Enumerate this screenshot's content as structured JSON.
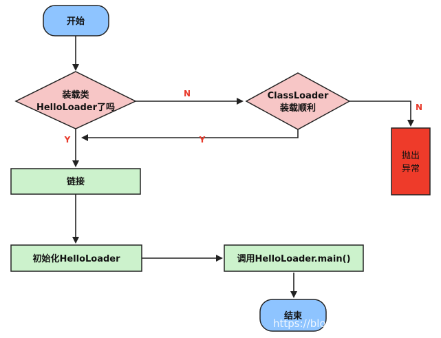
{
  "nodes": {
    "start": "开始",
    "check_loaded": [
      "装载类",
      "HelloLoader了吗"
    ],
    "classloader_ok": [
      "ClassLoader",
      "装载顺利"
    ],
    "throw_exception": [
      "抛出",
      "异常"
    ],
    "link": "链接",
    "init": "初始化HelloLoader",
    "call_main": "调用HelloLoader.main()",
    "end": "结束"
  },
  "edges": {
    "no_label_1": "N",
    "no_label_2": "N",
    "yes_label_1": "Y",
    "yes_label_2": "Y"
  },
  "watermark": "https://blog.csdn.net/Xqhardstudy",
  "colors": {
    "terminal": "#8ec4ff",
    "decision": "#f7c6c6",
    "process": "#ccf2cc",
    "exception": "#ee3b2a",
    "edge_label": "#e8392a"
  }
}
